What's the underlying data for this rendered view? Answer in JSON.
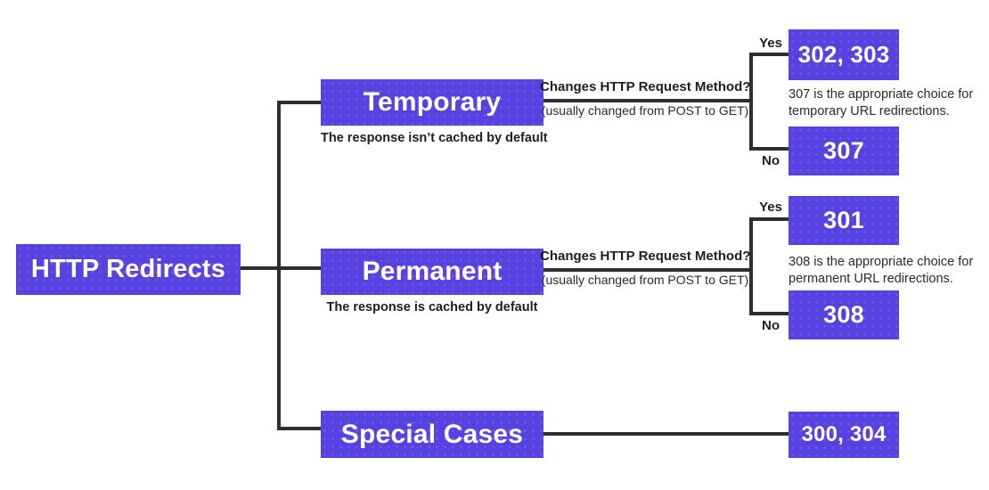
{
  "title": "HTTP Redirects decision tree",
  "colors": {
    "accent_purple": "#5742E1",
    "line_dark": "#2E2E2E",
    "text_dark": "#1E1E1E",
    "background": "#FFFFFF"
  },
  "root": {
    "label": "HTTP Redirects"
  },
  "branches": {
    "temporary": {
      "label": "Temporary",
      "caption": "The response isn’t cached by default",
      "question": "Changes HTTP Request Method?",
      "question_sub": "(usually changed from POST to GET)",
      "yes_label": "Yes",
      "no_label": "No",
      "yes_result": "302, 303",
      "no_result": "307",
      "note_line1": "307 is the appropriate choice for",
      "note_line2": "temporary URL redirections."
    },
    "permanent": {
      "label": "Permanent",
      "caption": "The response is cached by default",
      "question": "Changes HTTP Request Method?",
      "question_sub": "(usually changed from POST to GET)",
      "yes_label": "Yes",
      "no_label": "No",
      "yes_result": "301",
      "no_result": "308",
      "note_line1": "308 is the appropriate choice for",
      "note_line2": "permanent URL redirections."
    },
    "special": {
      "label": "Special Cases",
      "result": "300, 304"
    }
  }
}
